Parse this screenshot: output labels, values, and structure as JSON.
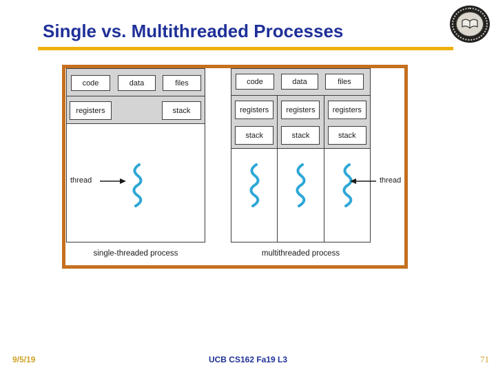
{
  "slide": {
    "title": "Single vs. Multithreaded Processes"
  },
  "footer": {
    "date": "9/5/19",
    "course": "UCB CS162 Fa19 L3",
    "page": "71"
  },
  "colors": {
    "title_blue": "#1F3098",
    "accent_gold": "#EFB00F",
    "footer_gold": "#C9A227",
    "figure_border_orange": "#C4701F",
    "panel_gray": "#D4D4D4",
    "thread_cyan": "#2EA7D6"
  },
  "icons": {
    "logo": "uc-berkeley-seal-logo",
    "thread": "thread-squiggle-icon",
    "arrow_right": "arrow-right-icon",
    "arrow_left": "arrow-left-icon"
  },
  "diagram": {
    "single": {
      "memory_boxes": [
        "code",
        "data",
        "files"
      ],
      "context_boxes": [
        "registers",
        "stack"
      ],
      "thread_label": "thread",
      "caption": "single-threaded process"
    },
    "multi": {
      "memory_boxes": [
        "code",
        "data",
        "files"
      ],
      "thread_columns": 3,
      "per_thread_boxes": [
        "registers",
        "stack"
      ],
      "thread_label": "thread",
      "caption": "multithreaded process"
    }
  }
}
